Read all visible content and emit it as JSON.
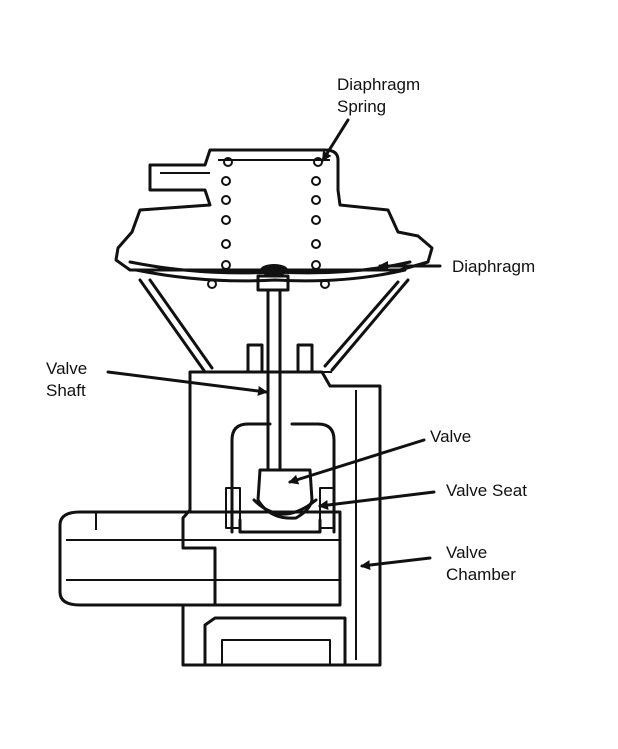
{
  "labels": {
    "diaphragm_spring_line1": "Diaphragm",
    "diaphragm_spring_line2": "Spring",
    "diaphragm": "Diaphragm",
    "valve_shaft_line1": "Valve",
    "valve_shaft_line2": "Shaft",
    "valve": "Valve",
    "valve_seat": "Valve Seat",
    "valve_chamber_line1": "Valve",
    "valve_chamber_line2": "Chamber"
  }
}
